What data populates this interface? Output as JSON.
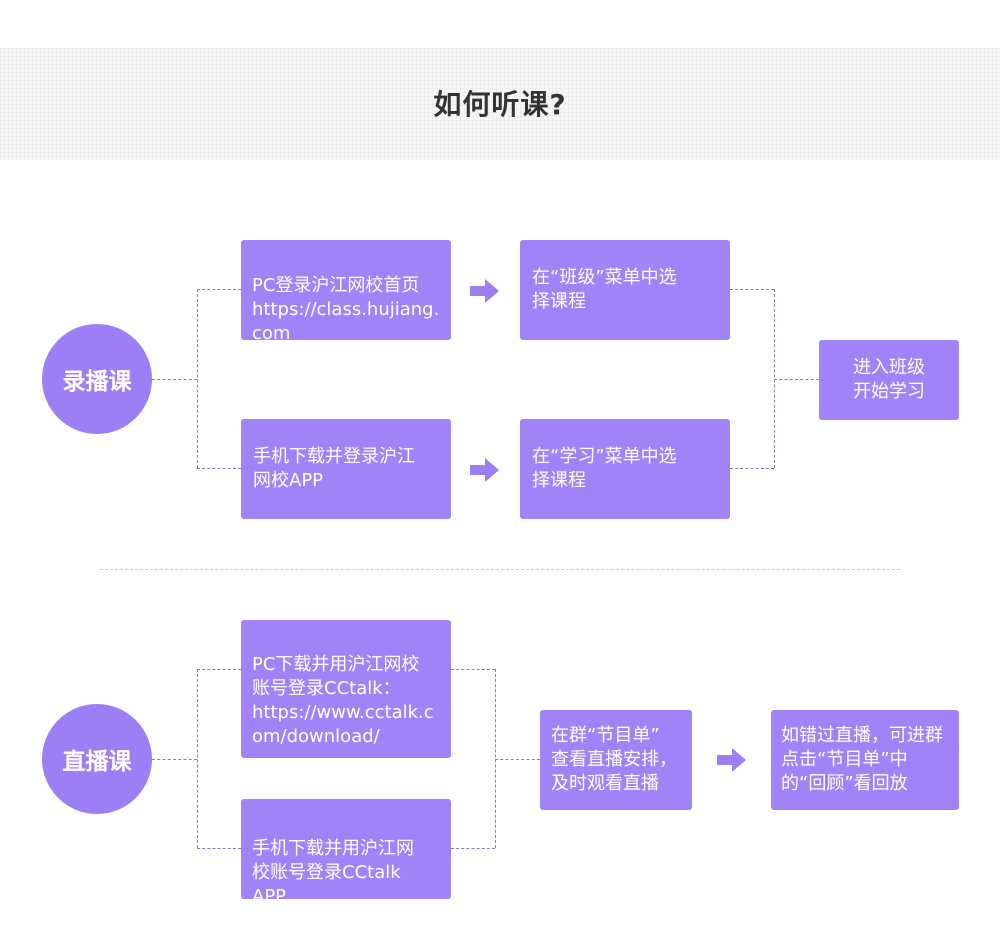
{
  "header": {
    "title": "如何听课?"
  },
  "recorded": {
    "label": "录播课",
    "pc_login": "PC登录沪江网校首页\nhttps://class.hujiang.com",
    "pc_select": "在“班级”菜单中选\n择课程",
    "mobile_login": "手机下载并登录沪江\n网校APP",
    "mobile_select": "在“学习”菜单中选\n择课程",
    "result": "进入班级\n开始学习"
  },
  "live": {
    "label": "直播课",
    "pc_download": "PC下载并用沪江网校\n账号登录CCtalk：\nhttps://www.cctalk.com/download/",
    "mobile_download": "手机下载并用沪江网\n校账号登录CCtalk\nAPP",
    "schedule": "在群“节目单”\n查看直播安排，\n及时观看直播",
    "replay": "如错过直播，可进群\n点击“节目单”中\n的“回顾”看回放"
  },
  "colors": {
    "accent": "#9d7ff5",
    "box": "#a183f8",
    "arrow": "#9d7ff5",
    "connector": "#8a78c8"
  },
  "icons": {
    "arrow": "right-arrow-icon"
  }
}
